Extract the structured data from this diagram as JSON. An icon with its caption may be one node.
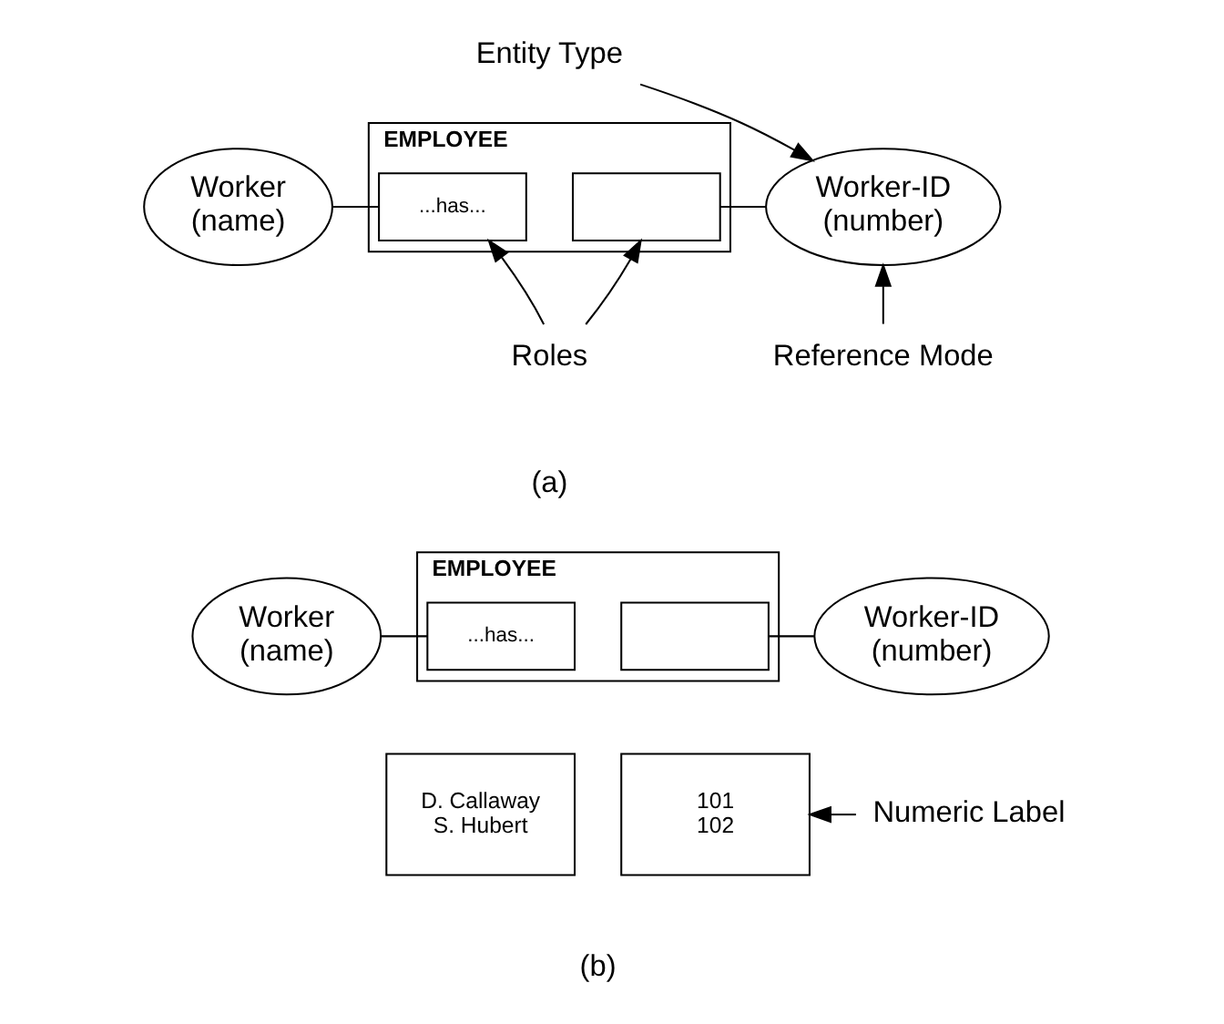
{
  "diagram": {
    "nodes": [
      {
        "text": [
          "Worker",
          "(name)"
        ]
      },
      {
        "text": [
          "EMPLOYEE"
        ]
      },
      {
        "text": [
          "...has..."
        ],
        "in": 1
      },
      {
        "text": [],
        "shape": "box",
        "in": 1
      },
      {
        "text": [
          "Worker-ID",
          "(number)"
        ]
      },
      {
        "text": [
          "Entity Type"
        ]
      },
      {
        "text": [
          "Reference Mode"
        ]
      },
      {
        "text": [
          "Roles"
        ]
      },
      {
        "text": [
          "Worker",
          "(name)"
        ]
      },
      {
        "text": [
          "EMPLOYEE"
        ]
      },
      {
        "text": [
          "...has..."
        ],
        "in": 9
      },
      {
        "text": [],
        "shape": "box",
        "in": 9
      },
      {
        "text": [
          "Worker-ID",
          "(number)"
        ]
      },
      {
        "text": [
          "D. Callaway",
          "S. Hubert"
        ]
      },
      {
        "text": [
          "101",
          "102"
        ]
      },
      {
        "text": [
          "Numeric Label"
        ]
      }
    ],
    "edges": [
      {
        "from": 0,
        "to": 2,
        "arrow": "none"
      },
      {
        "from": 3,
        "to": 4,
        "arrow": "none"
      },
      {
        "from": 5,
        "to": 4,
        "arrow": "to"
      },
      {
        "from": 6,
        "to": 4,
        "arrow": "to"
      },
      {
        "from": 7,
        "to": 2,
        "arrow": "to"
      },
      {
        "from": 7,
        "to": 3,
        "arrow": "to"
      },
      {
        "from": 8,
        "to": 10,
        "arrow": "none"
      },
      {
        "from": 11,
        "to": 12,
        "arrow": "none"
      },
      {
        "from": 15,
        "to": 14,
        "arrow": "to"
      }
    ],
    "labels": [
      "(a)",
      "(b)"
    ]
  }
}
